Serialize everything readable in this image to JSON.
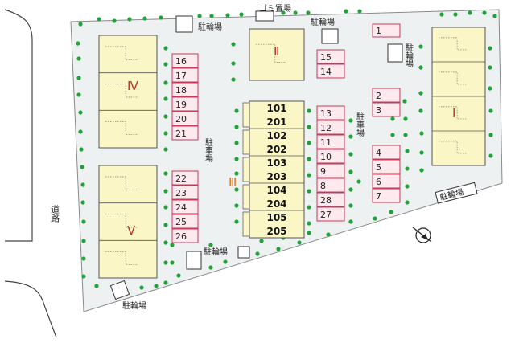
{
  "colors": {
    "ground": "#eef1f2",
    "ground_edge": "#8a8a8a",
    "building_fill": "#fbf6c6",
    "building_edge": "#555555",
    "stall_fill": "#fde9ee",
    "stall_edge": "#c23a5c",
    "tree": "#23a23a",
    "roman": "#b33a2a",
    "iii_label": "#e07a1e"
  },
  "labels": {
    "road": "道路",
    "bike_top_left": "駐輪場",
    "garbage": "ゴミ置場",
    "bike_top_center": "駐輪場",
    "bike_right": "駐輪場",
    "parking_left": "駐車場",
    "parking_right": "駐車場",
    "bike_bottom_right": "駐輪場",
    "bike_bottom_center": "駐輪場",
    "bike_bottom_left": "駐輪場"
  },
  "buildings": {
    "i": "Ⅰ",
    "ii": "Ⅱ",
    "iii": "Ⅲ",
    "iv": "Ⅳ",
    "v": "Ⅴ"
  },
  "units": [
    "101",
    "201",
    "102",
    "202",
    "103",
    "203",
    "104",
    "204",
    "105",
    "205"
  ],
  "stalls": {
    "left_upper": [
      "16",
      "17",
      "18",
      "19",
      "20",
      "21"
    ],
    "left_lower": [
      "22",
      "23",
      "24",
      "25",
      "26"
    ],
    "center_top": [
      "15",
      "14"
    ],
    "center": [
      "13",
      "12",
      "11",
      "10",
      "9",
      "8",
      "28",
      "27"
    ],
    "right_top": [
      "1"
    ],
    "right_upper": [
      "2",
      "3"
    ],
    "right_lower": [
      "4",
      "5",
      "6",
      "7"
    ]
  },
  "icons": {
    "compass": "north-arrow-icon"
  }
}
